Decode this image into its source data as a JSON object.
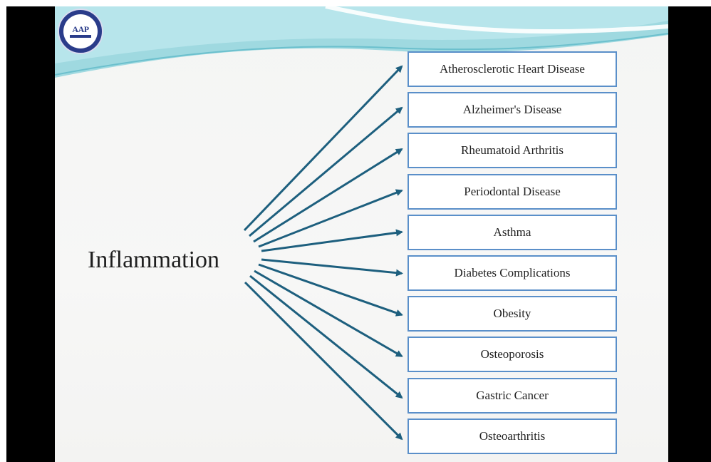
{
  "diagram": {
    "source_label": "Inflammation",
    "targets": [
      "Atherosclerotic Heart Disease",
      "Alzheimer's Disease",
      "Rheumatoid Arthritis",
      "Periodontal Disease",
      "Asthma",
      "Diabetes Complications",
      "Obesity",
      "Osteoporosis",
      "Gastric Cancer",
      "Osteoarthritis"
    ]
  },
  "logo": {
    "text": "AAP"
  },
  "colors": {
    "arrow": "#1d5f7e",
    "box_border": "#5a8fc9",
    "header_teal": "#8fd3dc",
    "logo_blue": "#2a3c8a"
  }
}
